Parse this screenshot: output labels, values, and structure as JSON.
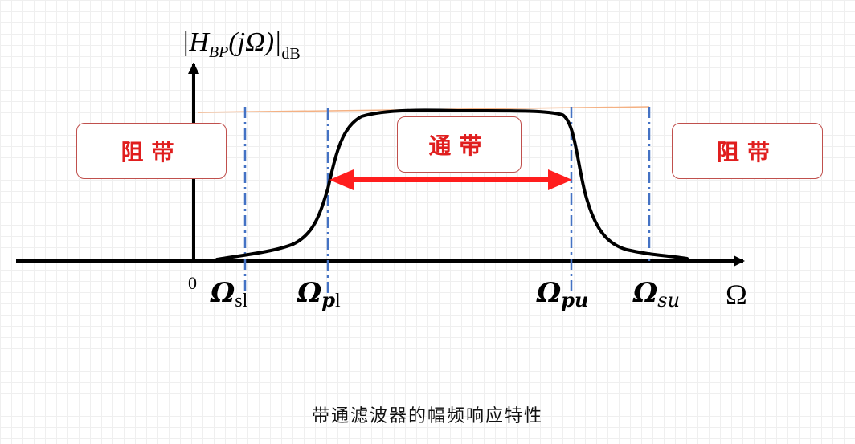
{
  "y_axis_label": {
    "main": "|H",
    "subscript": "BP",
    "arg": "(jΩ)|",
    "unit": "dB"
  },
  "origin_label": "0",
  "x_axis_label": "Ω",
  "bands": {
    "stopband_left": "阻带",
    "passband": "通带",
    "stopband_right": "阻带"
  },
  "frequency_markers": [
    {
      "symbol": "Ω",
      "sub_main": "s",
      "sub_tail": "l"
    },
    {
      "symbol": "Ω",
      "sub_main": "p",
      "sub_tail": "l"
    },
    {
      "symbol": "Ω",
      "sub_main": "pu",
      "sub_tail": ""
    },
    {
      "symbol": "Ω",
      "sub_main": "su",
      "sub_tail": ""
    }
  ],
  "caption": "带通滤波器的幅频响应特性",
  "colors": {
    "curve": "#000000",
    "marker_lines": "#4472c4",
    "reference_line": "#f4b183",
    "passband_arrow": "#ff1e1e",
    "band_text": "#e01e1e",
    "band_border": "#c0504d"
  }
}
